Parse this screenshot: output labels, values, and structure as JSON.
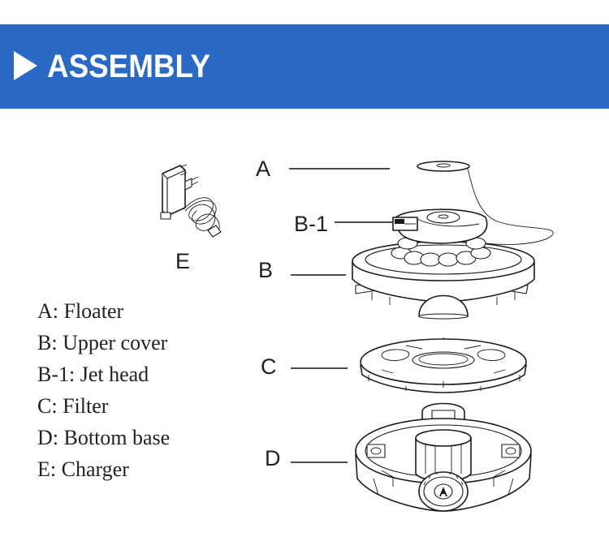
{
  "banner": {
    "title": "ASSEMBLY",
    "icon": "play-arrow-icon",
    "color": "#2b69c7"
  },
  "callouts": {
    "a": "A",
    "b1": "B-1",
    "b": "B",
    "c": "C",
    "d": "D",
    "e": "E"
  },
  "legend": [
    "A: Floater",
    "B: Upper cover",
    "B-1: Jet head",
    "C: Filter",
    "D: Bottom base",
    "E: Charger"
  ]
}
